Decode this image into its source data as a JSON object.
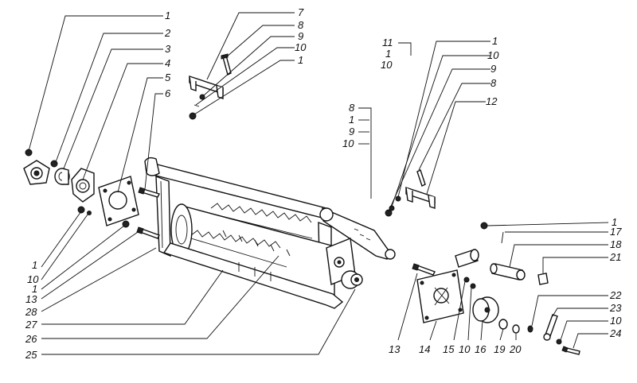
{
  "callouts": [
    {
      "id": "c1a",
      "text": "1"
    },
    {
      "id": "c2",
      "text": "2"
    },
    {
      "id": "c3",
      "text": "3"
    },
    {
      "id": "c4",
      "text": "4"
    },
    {
      "id": "c5",
      "text": "5"
    },
    {
      "id": "c6",
      "text": "6"
    },
    {
      "id": "c7",
      "text": "7"
    },
    {
      "id": "c8a",
      "text": "8"
    },
    {
      "id": "c9a",
      "text": "9"
    },
    {
      "id": "c10a",
      "text": "10"
    },
    {
      "id": "c1b",
      "text": "1"
    },
    {
      "id": "c11",
      "text": "11"
    },
    {
      "id": "c1c",
      "text": "1"
    },
    {
      "id": "c10b",
      "text": "10"
    },
    {
      "id": "c1d",
      "text": "1"
    },
    {
      "id": "c10c",
      "text": "10"
    },
    {
      "id": "c9b",
      "text": "9"
    },
    {
      "id": "c8b",
      "text": "8"
    },
    {
      "id": "c12",
      "text": "12"
    },
    {
      "id": "c8c",
      "text": "8"
    },
    {
      "id": "c1e",
      "text": "1"
    },
    {
      "id": "c9c",
      "text": "9"
    },
    {
      "id": "c10d",
      "text": "10"
    },
    {
      "id": "c1f",
      "text": "1"
    },
    {
      "id": "c10e",
      "text": "10"
    },
    {
      "id": "c1g",
      "text": "1"
    },
    {
      "id": "c13a",
      "text": "13"
    },
    {
      "id": "c28",
      "text": "28"
    },
    {
      "id": "c27",
      "text": "27"
    },
    {
      "id": "c26",
      "text": "26"
    },
    {
      "id": "c25",
      "text": "25"
    },
    {
      "id": "c1h",
      "text": "1"
    },
    {
      "id": "c17",
      "text": "17"
    },
    {
      "id": "c18",
      "text": "18"
    },
    {
      "id": "c21",
      "text": "21"
    },
    {
      "id": "c22",
      "text": "22"
    },
    {
      "id": "c23",
      "text": "23"
    },
    {
      "id": "c10f",
      "text": "10"
    },
    {
      "id": "c24",
      "text": "24"
    },
    {
      "id": "c13b",
      "text": "13"
    },
    {
      "id": "c14",
      "text": "14"
    },
    {
      "id": "c15",
      "text": "15"
    },
    {
      "id": "c10g",
      "text": "10"
    },
    {
      "id": "c16",
      "text": "16"
    },
    {
      "id": "c19",
      "text": "19"
    },
    {
      "id": "c20",
      "text": "20"
    }
  ]
}
